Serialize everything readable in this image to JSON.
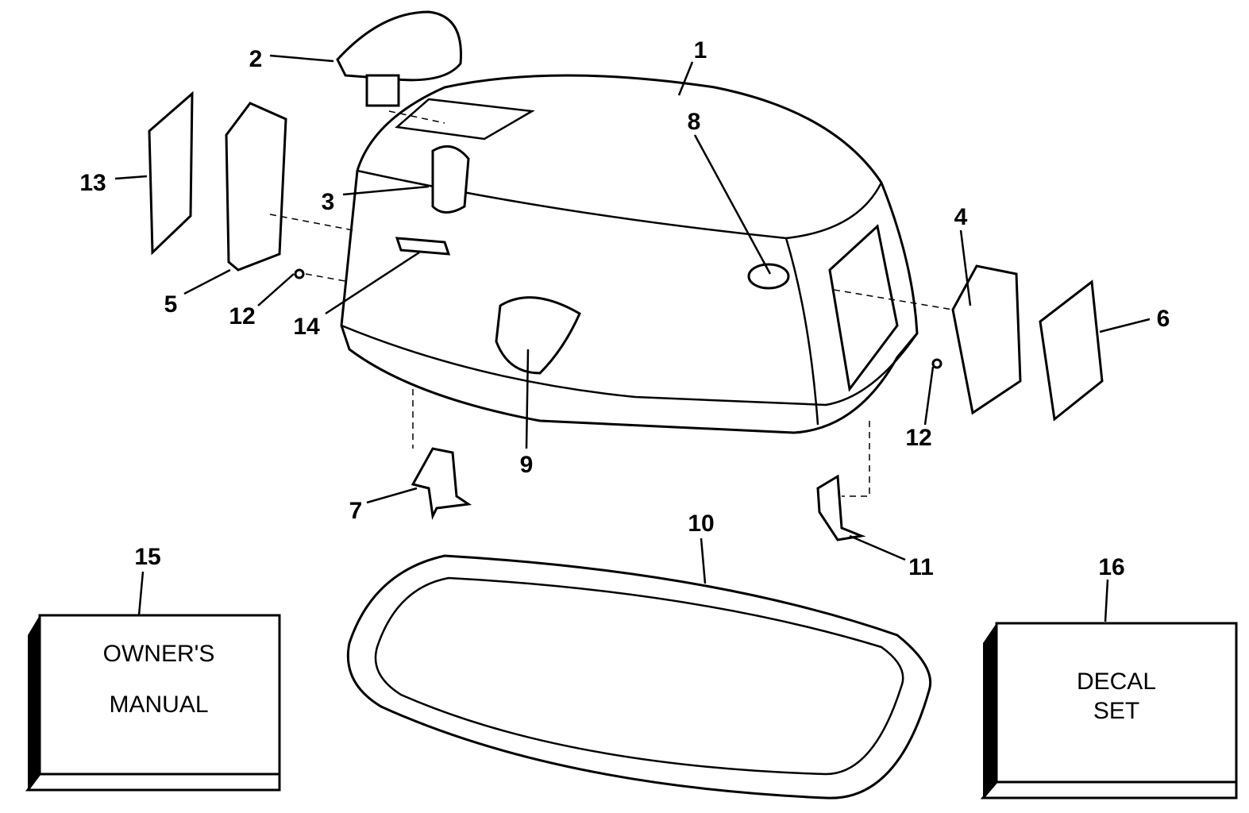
{
  "diagram": {
    "callouts": [
      {
        "id": "1",
        "label": "1"
      },
      {
        "id": "2",
        "label": "2"
      },
      {
        "id": "3",
        "label": "3"
      },
      {
        "id": "4",
        "label": "4"
      },
      {
        "id": "5",
        "label": "5"
      },
      {
        "id": "6",
        "label": "6"
      },
      {
        "id": "7",
        "label": "7"
      },
      {
        "id": "8",
        "label": "8"
      },
      {
        "id": "9",
        "label": "9"
      },
      {
        "id": "10",
        "label": "10"
      },
      {
        "id": "11",
        "label": "11"
      },
      {
        "id": "12a",
        "label": "12"
      },
      {
        "id": "12b",
        "label": "12"
      },
      {
        "id": "13",
        "label": "13"
      },
      {
        "id": "14",
        "label": "14"
      },
      {
        "id": "15",
        "label": "15"
      },
      {
        "id": "16",
        "label": "16"
      }
    ],
    "owners_manual": {
      "line1": "OWNER'S",
      "line2": "MANUAL"
    },
    "decal_set": {
      "line1": "DECAL",
      "line2": "SET"
    }
  }
}
